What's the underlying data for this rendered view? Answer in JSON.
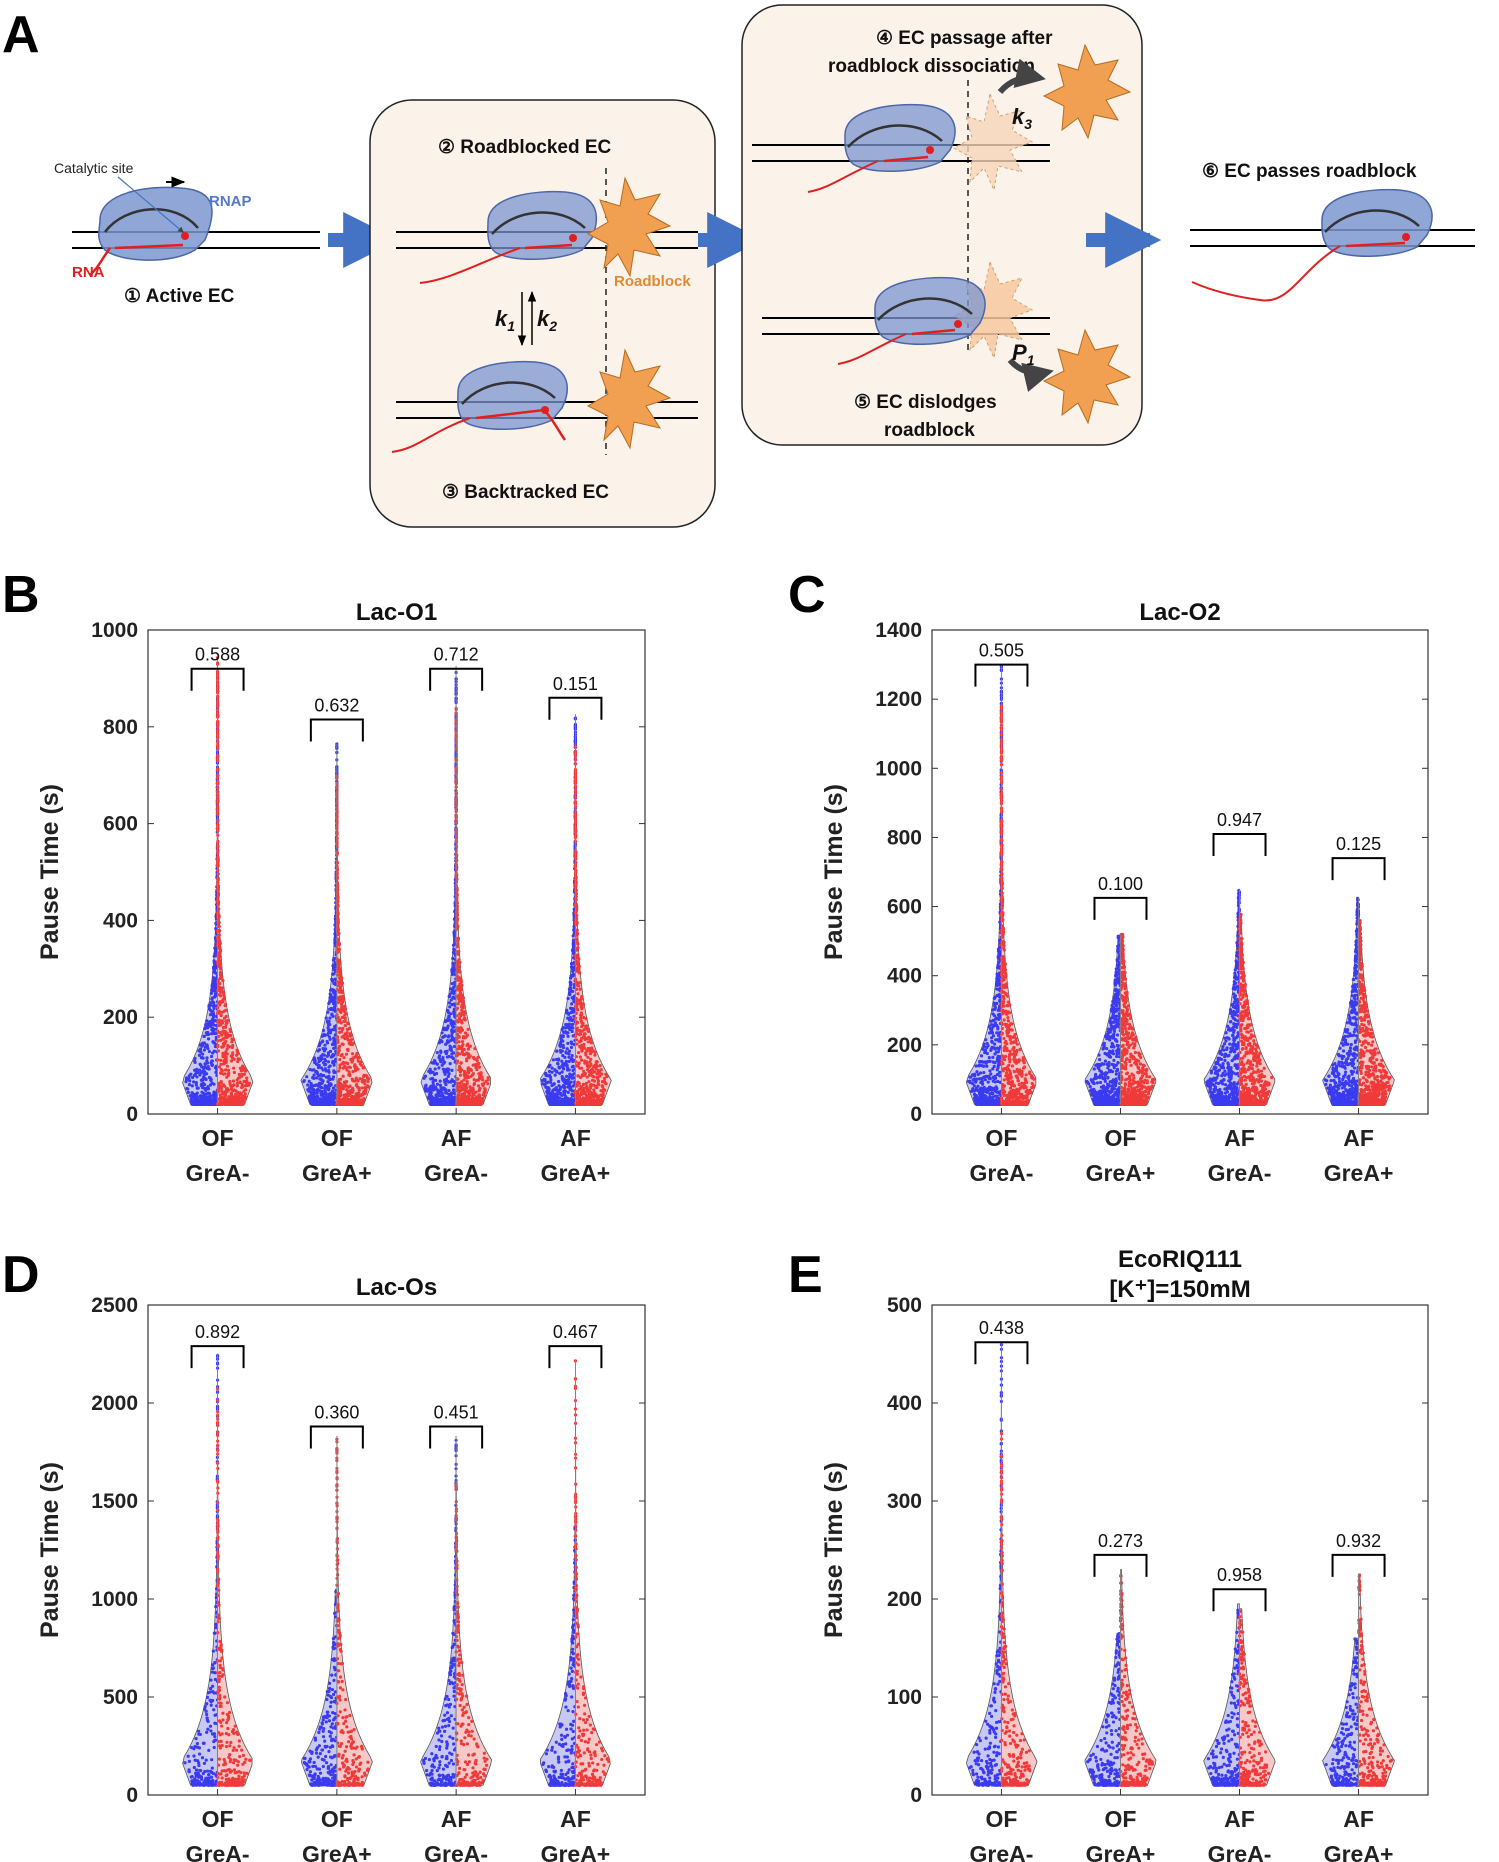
{
  "panels": {
    "a": "A",
    "b": "B",
    "c": "C",
    "d": "D",
    "e": "E"
  },
  "diagram": {
    "catalytic_site": "Catalytic site",
    "rnap": "RNAP",
    "rna": "RNA",
    "active_ec": "① Active EC",
    "roadblocked_ec": "② Roadblocked EC",
    "backtracked_ec": "③ Backtracked EC",
    "ec_passage_1": "④ EC passage after",
    "ec_passage_2": "roadblock dissociation",
    "ec_dislodges_1": "⑤ EC dislodges",
    "ec_dislodges_2": "roadblock",
    "ec_passes": "⑥ EC passes roadblock",
    "roadblock": "Roadblock",
    "k1": "k",
    "k1_sub": "1",
    "k2": "k",
    "k2_sub": "2",
    "k3": "k",
    "k3_sub": "3",
    "p1": "P",
    "p1_sub": "1",
    "colors": {
      "rnap": "#7b96cf",
      "rna": "#e02020",
      "roadblock": "#f0a050",
      "box": "#fbf3ea",
      "arrow": "#4472c4"
    }
  },
  "chart_data": [
    {
      "type": "violin",
      "id": "B",
      "title": "Lac-O1",
      "ylabel": "Pause Time (s)",
      "ylim": [
        0,
        1000
      ],
      "yticks": [
        "0",
        "200",
        "400",
        "600",
        "800",
        "1000"
      ],
      "categories": [
        [
          "OF",
          "GreA-"
        ],
        [
          "OF",
          "GreA+"
        ],
        [
          "AF",
          "GreA-"
        ],
        [
          "AF",
          "GreA+"
        ]
      ],
      "max_values": [
        [
          905,
          945
        ],
        [
          765,
          700
        ],
        [
          925,
          840
        ],
        [
          825,
          760
        ]
      ],
      "bracket_heights": [
        920,
        815,
        920,
        860
      ],
      "p_values": [
        "0.588",
        "0.632",
        "0.712",
        "0.151"
      ],
      "dense": true
    },
    {
      "type": "violin",
      "id": "C",
      "title": "Lac-O2",
      "ylabel": "Pause Time (s)",
      "ylim": [
        0,
        1400
      ],
      "yticks": [
        "0",
        "200",
        "400",
        "600",
        "800",
        "1000",
        "1200",
        "1400"
      ],
      "categories": [
        [
          "OF",
          "GreA-"
        ],
        [
          "OF",
          "GreA+"
        ],
        [
          "AF",
          "GreA-"
        ],
        [
          "AF",
          "GreA+"
        ]
      ],
      "max_values": [
        [
          1300,
          1190
        ],
        [
          515,
          520
        ],
        [
          650,
          580
        ],
        [
          625,
          560
        ]
      ],
      "bracket_heights": [
        1300,
        625,
        810,
        740
      ],
      "p_values": [
        "0.505",
        "0.100",
        "0.947",
        "0.125"
      ],
      "dense": true
    },
    {
      "type": "violin",
      "id": "D",
      "title": "Lac-Os",
      "ylabel": "Pause Time (s)",
      "ylim": [
        0,
        2500
      ],
      "yticks": [
        "0",
        "500",
        "1000",
        "1500",
        "2000",
        "2500"
      ],
      "categories": [
        [
          "OF",
          "GreA-"
        ],
        [
          "OF",
          "GreA+"
        ],
        [
          "AF",
          "GreA-"
        ],
        [
          "AF",
          "GreA+"
        ]
      ],
      "max_values": [
        [
          2250,
          2100
        ],
        [
          1050,
          1830
        ],
        [
          1830,
          1600
        ],
        [
          1370,
          2220
        ]
      ],
      "bracket_heights": [
        2290,
        1880,
        1880,
        2290
      ],
      "p_values": [
        "0.892",
        "0.360",
        "0.451",
        "0.467"
      ],
      "dense": false
    },
    {
      "type": "violin",
      "id": "E",
      "title": "EcoRIQ111",
      "subtitle": "[K⁺]=150mM",
      "ylabel": "Pause Time (s)",
      "ylim": [
        0,
        500
      ],
      "yticks": [
        "0",
        "100",
        "200",
        "300",
        "400",
        "500"
      ],
      "categories": [
        [
          "OF",
          "GreA-"
        ],
        [
          "OF",
          "GreA+"
        ],
        [
          "AF",
          "GreA-"
        ],
        [
          "AF",
          "GreA+"
        ]
      ],
      "max_values": [
        [
          460,
          370
        ],
        [
          165,
          230
        ],
        [
          195,
          190
        ],
        [
          160,
          225
        ]
      ],
      "bracket_heights": [
        462,
        245,
        210,
        245
      ],
      "p_values": [
        "0.438",
        "0.273",
        "0.958",
        "0.932"
      ],
      "dense": false
    }
  ],
  "series_colors": {
    "left": "#3a3af0",
    "right": "#f03a3a",
    "left_fill": "#c8c8f4",
    "right_fill": "#f6c8c8"
  }
}
